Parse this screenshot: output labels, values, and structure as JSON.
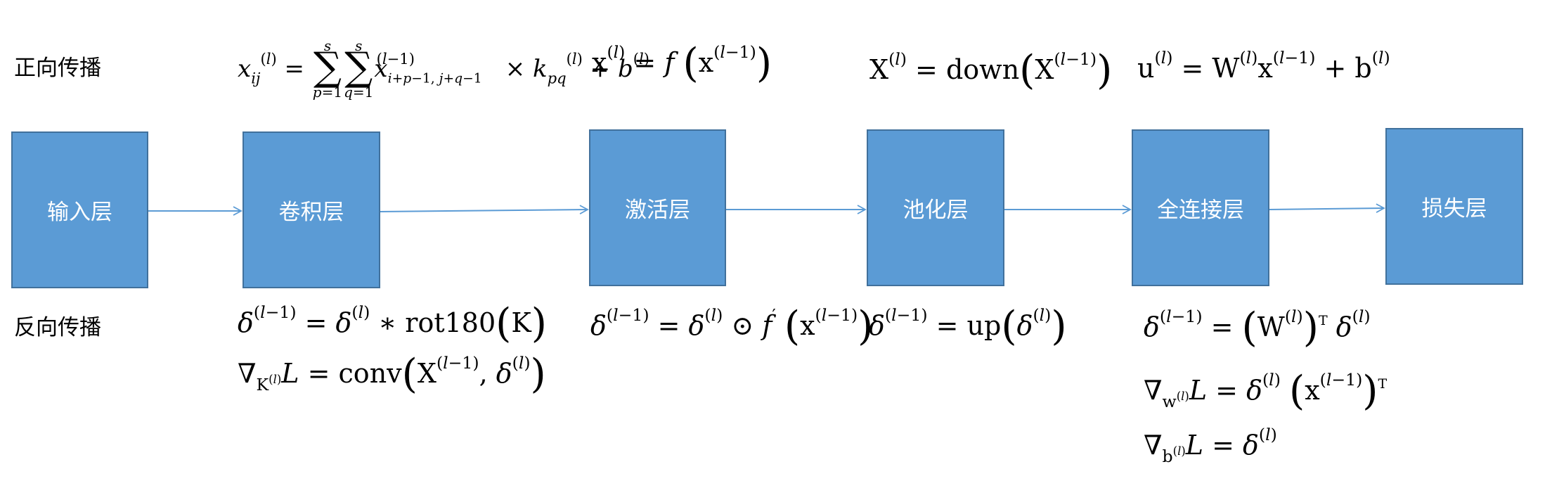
{
  "rows": {
    "forward_label": "正向传播",
    "backward_label": "反向传播"
  },
  "layers": [
    "输入层",
    "卷积层",
    "激活层",
    "池化层",
    "全连接层",
    "损失层"
  ],
  "forward": {
    "conv": "x_ij^(l) = Σ_{p=1}^{s} Σ_{q=1}^{s} x_{i+p−1, j+q−1}^(l−1) × k_pq^(l) + b^(l)",
    "activation": "x^(l) = f(x^(l−1))",
    "pooling": "X^(l) = down(X^(l−1))",
    "fc": "u^(l) = W^(l) x^(l−1) + b^(l)"
  },
  "backward": {
    "conv_delta": "δ^(l−1) = δ^(l) ∗ rot180(K)",
    "conv_grad": "∇_{K^(l)} L = conv(X^(l−1), δ^(l))",
    "activation": "δ^(l−1) = δ^(l) ⊙ f′(x^(l−1))",
    "pooling": "δ^(l−1) = up(δ^(l))",
    "fc_delta": "δ^(l−1) = (W^(l))^T δ^(l)",
    "fc_grad_w": "∇_{w^(l)} L = δ^(l) (x^(l−1))^T",
    "fc_grad_b": "∇_{b^(l)} L = δ^(l)"
  },
  "colors": {
    "box_fill": "#5b9bd5",
    "box_border": "#41719c",
    "box_text": "#ffffff",
    "arrow": "#5b9bd5"
  }
}
